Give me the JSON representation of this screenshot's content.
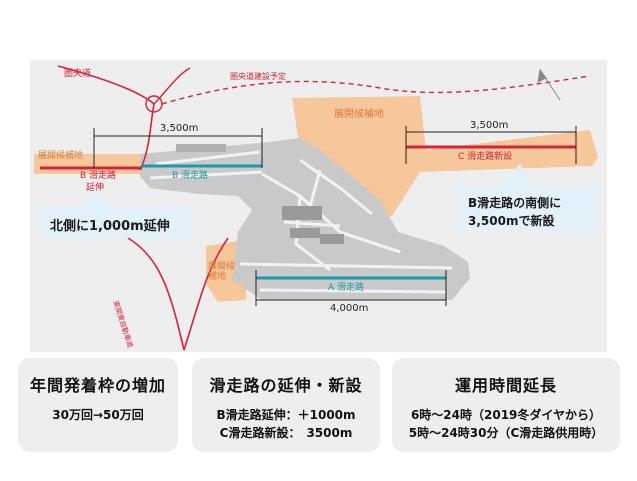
{
  "map": {
    "labels": {
      "ken_o_do": "圏央道",
      "ken_o_do_planned": "圏央道建設予定",
      "expansion_candidate_top": "展開候補地",
      "expansion_candidate_left": "展開候補地",
      "expansion_candidate_mid": "展開候補地",
      "b_runway_extension_line1": "B 滑走路",
      "b_runway_extension_line2": "延伸",
      "b_runway": "B 滑走路",
      "c_runway_new": "C 滑走路新設",
      "a_runway": "A 滑走路",
      "higashi_kanto_expressway": "東関東自動車道"
    },
    "dimensions": {
      "b_span": "3,500m",
      "c_span": "3,500m",
      "a_span": "4,000m"
    },
    "colors": {
      "red_runway": "#d6233a",
      "teal_runway": "#1b9aa8",
      "expansion_area": "#f6c79a",
      "callout_bg": "#e3f1fb"
    }
  },
  "callouts": {
    "north": "北側に1,000m延伸",
    "south_line1": "B滑走路の南側に",
    "south_line2": "3,500mで新設"
  },
  "cards": [
    {
      "title": "年間発着枠の増加",
      "lines": [
        "30万回→50万回"
      ]
    },
    {
      "title": "滑走路の延伸・新設",
      "lines": [
        "B滑走路延伸：＋1000m",
        "C滑走路新設：　3500m"
      ]
    },
    {
      "title": "運用時間延長",
      "lines": [
        "6時〜24時（2019冬ダイヤから）",
        "5時〜24時30分（C滑走路供用時）"
      ]
    }
  ]
}
